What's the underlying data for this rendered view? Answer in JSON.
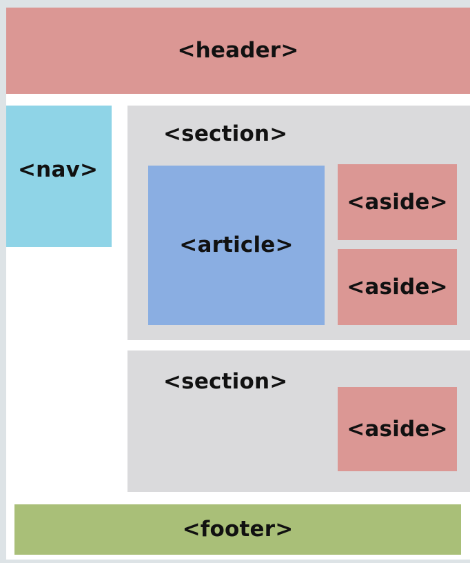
{
  "colors": {
    "page_frame": "#dde3e6",
    "canvas": "#ffffff",
    "header": "#db9794",
    "nav": "#8fd4e7",
    "section": "#dadadc",
    "article": "#8aaee2",
    "aside": "#db9794",
    "footer": "#a9bf78"
  },
  "diagram": {
    "header": "<header>",
    "nav": "<nav>",
    "sections": [
      {
        "label": "<section>",
        "article": "<article>",
        "asides": [
          "<aside>",
          "<aside>"
        ]
      },
      {
        "label": "<section>",
        "asides": [
          "<aside>"
        ]
      }
    ],
    "footer": "<footer>"
  }
}
